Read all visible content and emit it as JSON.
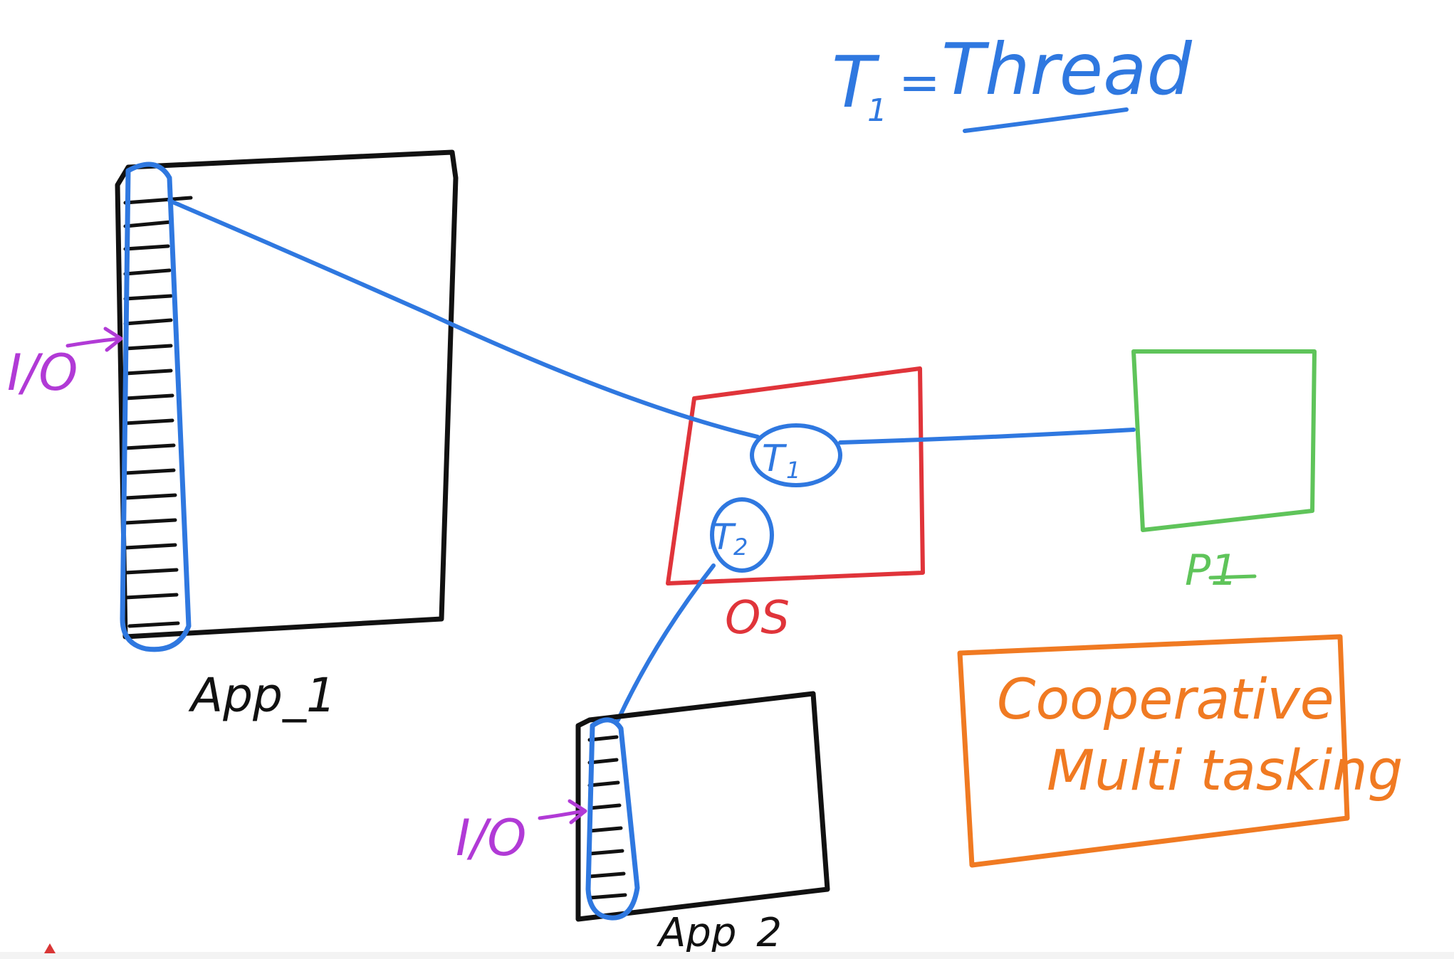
{
  "header": {
    "legend_symbol": "T",
    "legend_sub": "1",
    "legend_equals": "=",
    "legend_word": "Thread"
  },
  "app1": {
    "label": "App_1"
  },
  "app2": {
    "label": "App_2"
  },
  "io": {
    "left_label": "I/O",
    "bottom_label": "I/O"
  },
  "os": {
    "label": "OS",
    "thread1": "T",
    "thread1_sub": "1",
    "thread2": "T",
    "thread2_sub": "2"
  },
  "processor": {
    "label": "P1"
  },
  "note": {
    "line1": "Cooperative",
    "line2": "Multi tasking"
  },
  "colors": {
    "black": "#111111",
    "blue": "#2f78e0",
    "red": "#e0343a",
    "green": "#5fc45a",
    "purple": "#b13ad6",
    "orange": "#f07a22"
  }
}
